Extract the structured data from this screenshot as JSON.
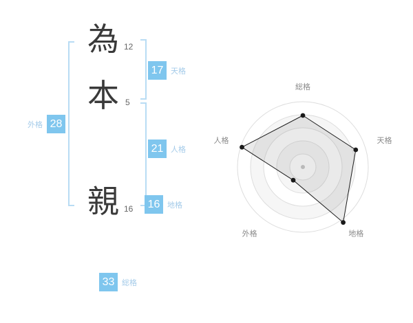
{
  "name_analysis": {
    "characters": [
      {
        "char": "為",
        "strokes": "12"
      },
      {
        "char": "本",
        "strokes": "5"
      },
      {
        "char": "親",
        "strokes": "16"
      }
    ],
    "kaku": {
      "tenkaku": {
        "value": "17",
        "label": "天格"
      },
      "jinkaku": {
        "value": "21",
        "label": "人格"
      },
      "chikaku": {
        "value": "16",
        "label": "地格"
      },
      "gaikaku": {
        "value": "28",
        "label": "外格"
      },
      "soukaku": {
        "value": "33",
        "label": "総格"
      }
    }
  },
  "chart_data": {
    "type": "radar",
    "categories": [
      "総格",
      "天格",
      "地格",
      "外格",
      "人格"
    ],
    "values": [
      79,
      85,
      105,
      25,
      98
    ],
    "max": 100,
    "rings": 5,
    "start_angle_deg": -90,
    "direction": "clockwise",
    "legend": "none",
    "title": ""
  },
  "colors": {
    "accent_blue": "#7fc6ee",
    "label_blue": "#a4cbe9",
    "bracket_blue": "#b8dcf4",
    "chart_ring": "#dddddd",
    "chart_ring_fill": "#f6f6f6",
    "chart_label": "#8a8a8a",
    "polygon_stroke": "#1a1a1a",
    "polygon_fill": "rgba(140,140,140,0.18)",
    "center_dot": "#b9b9b9",
    "kanji_color": "#3a3a3a"
  }
}
